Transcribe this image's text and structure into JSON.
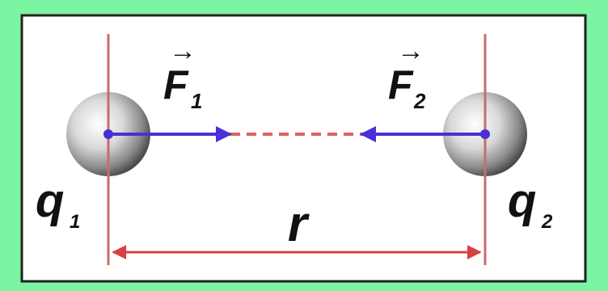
{
  "colors": {
    "background": "#7cf5a2",
    "panel": "#ffffff",
    "border": "#222222",
    "guide_line": "#c96b6b",
    "force_arrow": "#4a2fd6",
    "dashed_line": "#e06060",
    "dimension_arrow": "#d94040",
    "text": "#111111"
  },
  "charge_1": {
    "letter": "q",
    "subscript": "1"
  },
  "charge_2": {
    "letter": "q",
    "subscript": "2"
  },
  "force_1": {
    "letter": "F",
    "subscript": "1",
    "vector_mark": "→"
  },
  "force_2": {
    "letter": "F",
    "subscript": "2",
    "vector_mark": "→"
  },
  "distance": {
    "label": "r"
  }
}
